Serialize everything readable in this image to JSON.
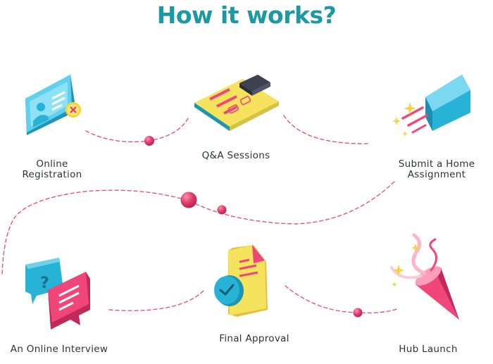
{
  "title": "How it works?",
  "steps": [
    {
      "lines": [
        "Online",
        "Registration"
      ],
      "icon": "id-card-icon"
    },
    {
      "lines": [
        "Q&A Sessions"
      ],
      "icon": "clipboard-checklist-icon"
    },
    {
      "lines": [
        "Submit a Home",
        "Assignment"
      ],
      "icon": "envelope-icon"
    },
    {
      "lines": [
        "An Online Interview"
      ],
      "icon": "chat-bubbles-icon"
    },
    {
      "lines": [
        "Final Approval"
      ],
      "icon": "approved-document-icon"
    },
    {
      "lines": [
        "Hub Launch"
      ],
      "icon": "party-popper-icon"
    }
  ],
  "colors": {
    "title": "#1c9aa3",
    "connector": "#e8557a",
    "node": "#e23d6d",
    "text": "#2e3138",
    "teal": "#26b3d6",
    "yellow": "#f6e35d",
    "pink": "#f0467a"
  }
}
